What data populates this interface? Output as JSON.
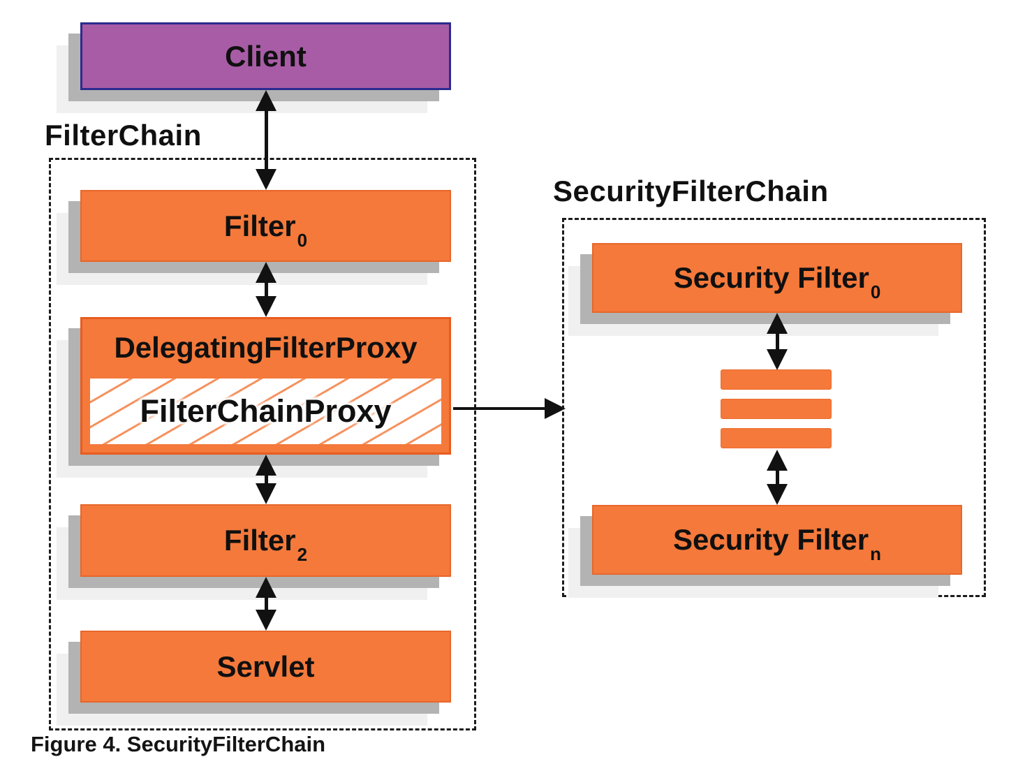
{
  "colors": {
    "orange": "#f4793b",
    "orange_border": "#e85c20",
    "orange_hatch": "#f6915d",
    "purple": "#a85ca6",
    "purple_border": "#2b2b8e",
    "shadow1": "#b3b3b3",
    "shadow2": "#f0f0f0"
  },
  "labels": {
    "filter_chain": "FilterChain",
    "security_filter_chain": "SecurityFilterChain"
  },
  "boxes": {
    "client": "Client",
    "filter0": {
      "text": "Filter",
      "sub": "0"
    },
    "delegating_filter_proxy": "DelegatingFilterProxy",
    "filter_chain_proxy": "FilterChainProxy",
    "filter2": {
      "text": "Filter",
      "sub": "2"
    },
    "servlet": "Servlet",
    "security_filter0": {
      "text": "Security Filter",
      "sub": "0"
    },
    "security_filtern": {
      "text": "Security Filter",
      "sub": "n"
    }
  },
  "caption": "Figure 4. SecurityFilterChain"
}
